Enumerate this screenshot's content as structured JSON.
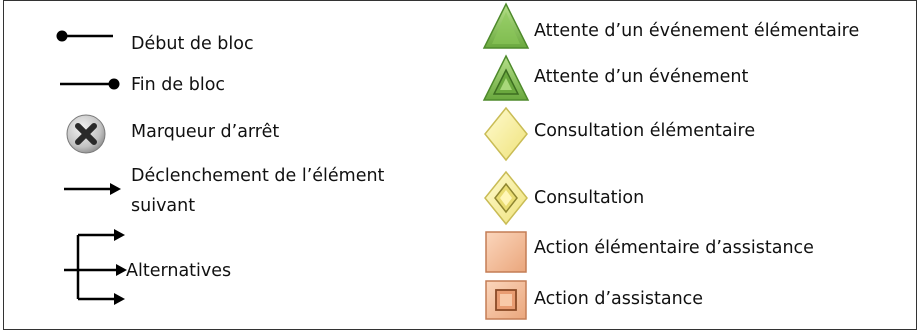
{
  "legend": {
    "left": [
      {
        "label": "Début de bloc",
        "icon": "block-start-icon"
      },
      {
        "label": "Fin de bloc",
        "icon": "block-end-icon"
      },
      {
        "label": "Marqueur d’arrêt",
        "icon": "stop-marker-icon"
      },
      {
        "label_line1": "Déclenchement de l’élément",
        "label_line2": "suivant",
        "icon": "arrow-right-icon"
      },
      {
        "label": "Alternatives",
        "icon": "alternatives-icon"
      }
    ],
    "right": [
      {
        "label": "Attente d’un événement élémentaire",
        "icon": "green-triangle-icon"
      },
      {
        "label": "Attente d’un événement",
        "icon": "green-triangle-framed-icon"
      },
      {
        "label": "Consultation élémentaire",
        "icon": "yellow-diamond-icon"
      },
      {
        "label": "Consultation",
        "icon": "yellow-diamond-framed-icon"
      },
      {
        "label": "Action élémentaire d’assistance",
        "icon": "orange-square-icon"
      },
      {
        "label": "Action d’assistance",
        "icon": "orange-square-framed-icon"
      }
    ]
  },
  "colors": {
    "green": "#8cc85a",
    "green_dark": "#4e8a2c",
    "yellow": "#fff4a6",
    "yellow_dark": "#c9bc55",
    "orange": "#f5c09c",
    "orange_dark": "#c47d55",
    "stop_gray": "#c8c8c8"
  }
}
